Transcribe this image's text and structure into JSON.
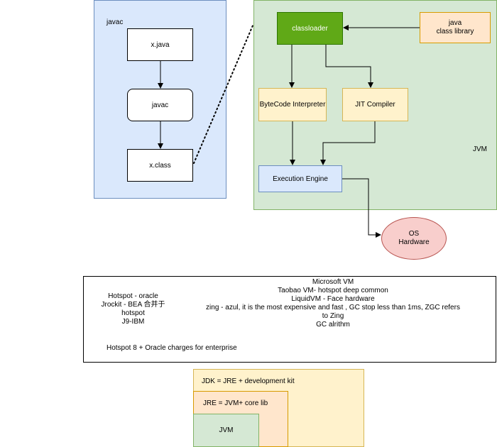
{
  "javac_panel": {
    "title": "javac",
    "source_file": "x.java",
    "compiler": "javac",
    "class_file": "x.class"
  },
  "jvm_panel": {
    "title": "JVM",
    "classloader": "classloader",
    "class_library": "java\nclass library",
    "interpreter": "ByteCode Interpreter",
    "jit": "JIT Compiler",
    "execution_engine": "Execution Engine"
  },
  "os_node": "OS\nHardware",
  "implementations": {
    "left": "Hotspot - oracle\nJrockit - BEA 合并于hotspot\nJ9-IBM",
    "right": "Microsoft VM\nTaobao VM- hotspot deep common\nLiquidVM - Face hardware\nzing - azul, it is the most expensive and fast , GC stop less than 1ms, ZGC refers to Zing\nGC alrithm",
    "note": "Hotspot 8 + Oracle charges for enterprise"
  },
  "layers": {
    "jdk": "JDK = JRE + development kit",
    "jre": "JRE = JVM+ core lib",
    "jvm": "JVM"
  },
  "colors": {
    "javac_fill": "#dae8fc",
    "javac_stroke": "#6c8ebf",
    "jvm_fill": "#d5e8d4",
    "jvm_stroke": "#82b366",
    "classloader_fill": "#60a917",
    "classloader_stroke": "#2d7600",
    "orange_fill": "#ffe6cc",
    "yellow_fill": "#fff2cc",
    "yellow_stroke": "#d6b656",
    "os_fill": "#f8cecc",
    "os_stroke": "#b85450"
  }
}
